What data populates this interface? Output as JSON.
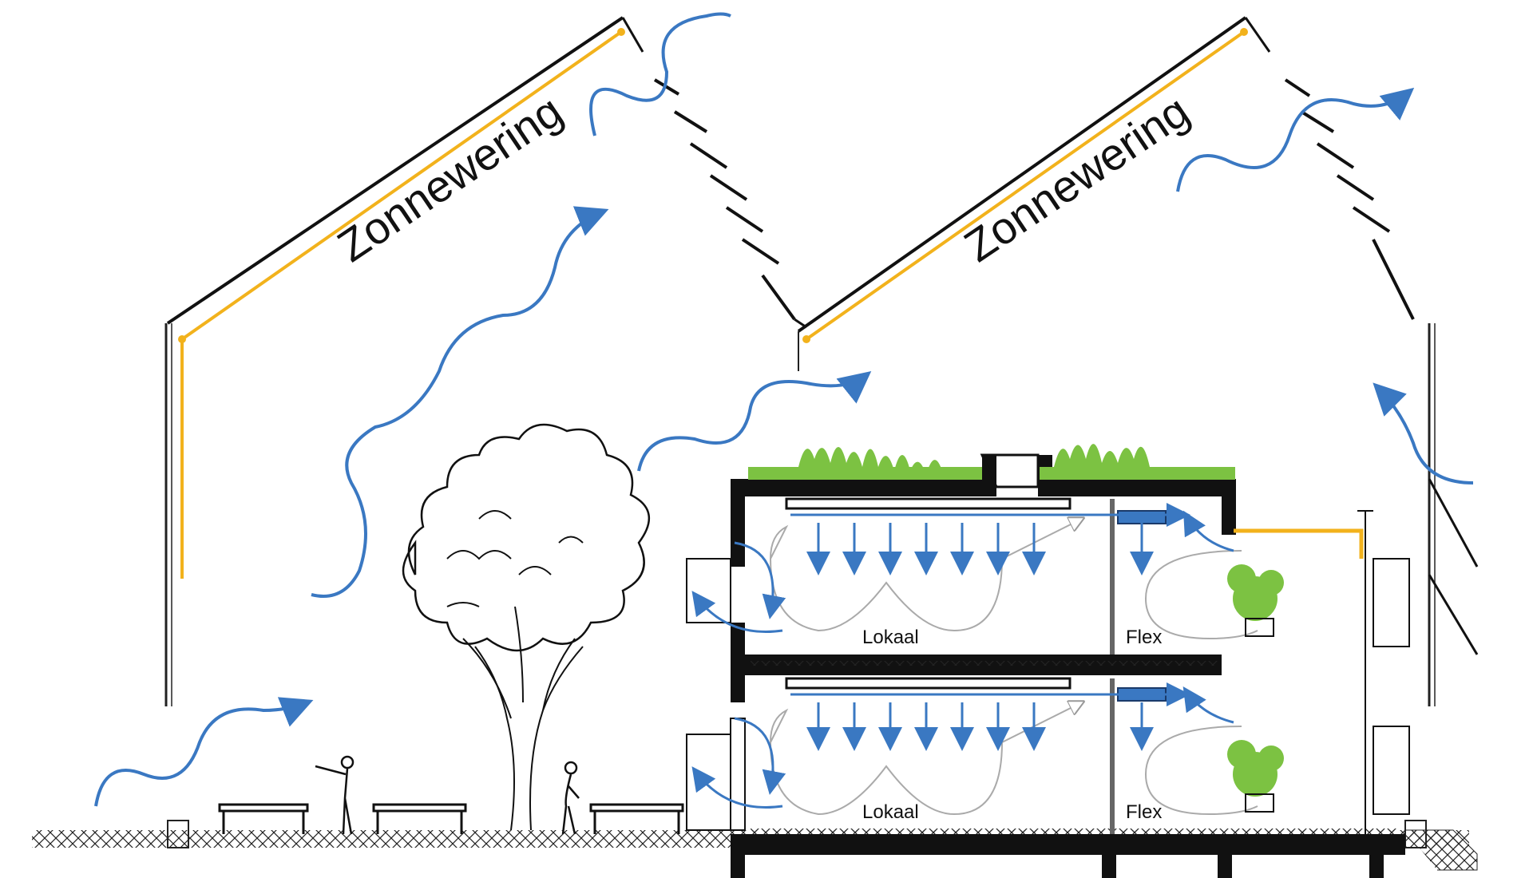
{
  "labels": {
    "shade_left": "Zonnewering",
    "shade_right": "Zonnewering",
    "room_upper_left": "Lokaal",
    "room_upper_right": "Flex",
    "room_lower_left": "Lokaal",
    "room_lower_right": "Flex"
  },
  "colors": {
    "airflow": "#3a78c2",
    "shading": "#f2b21c",
    "green_roof": "#7cc242",
    "structure": "#111111",
    "return_air": "#999999"
  }
}
